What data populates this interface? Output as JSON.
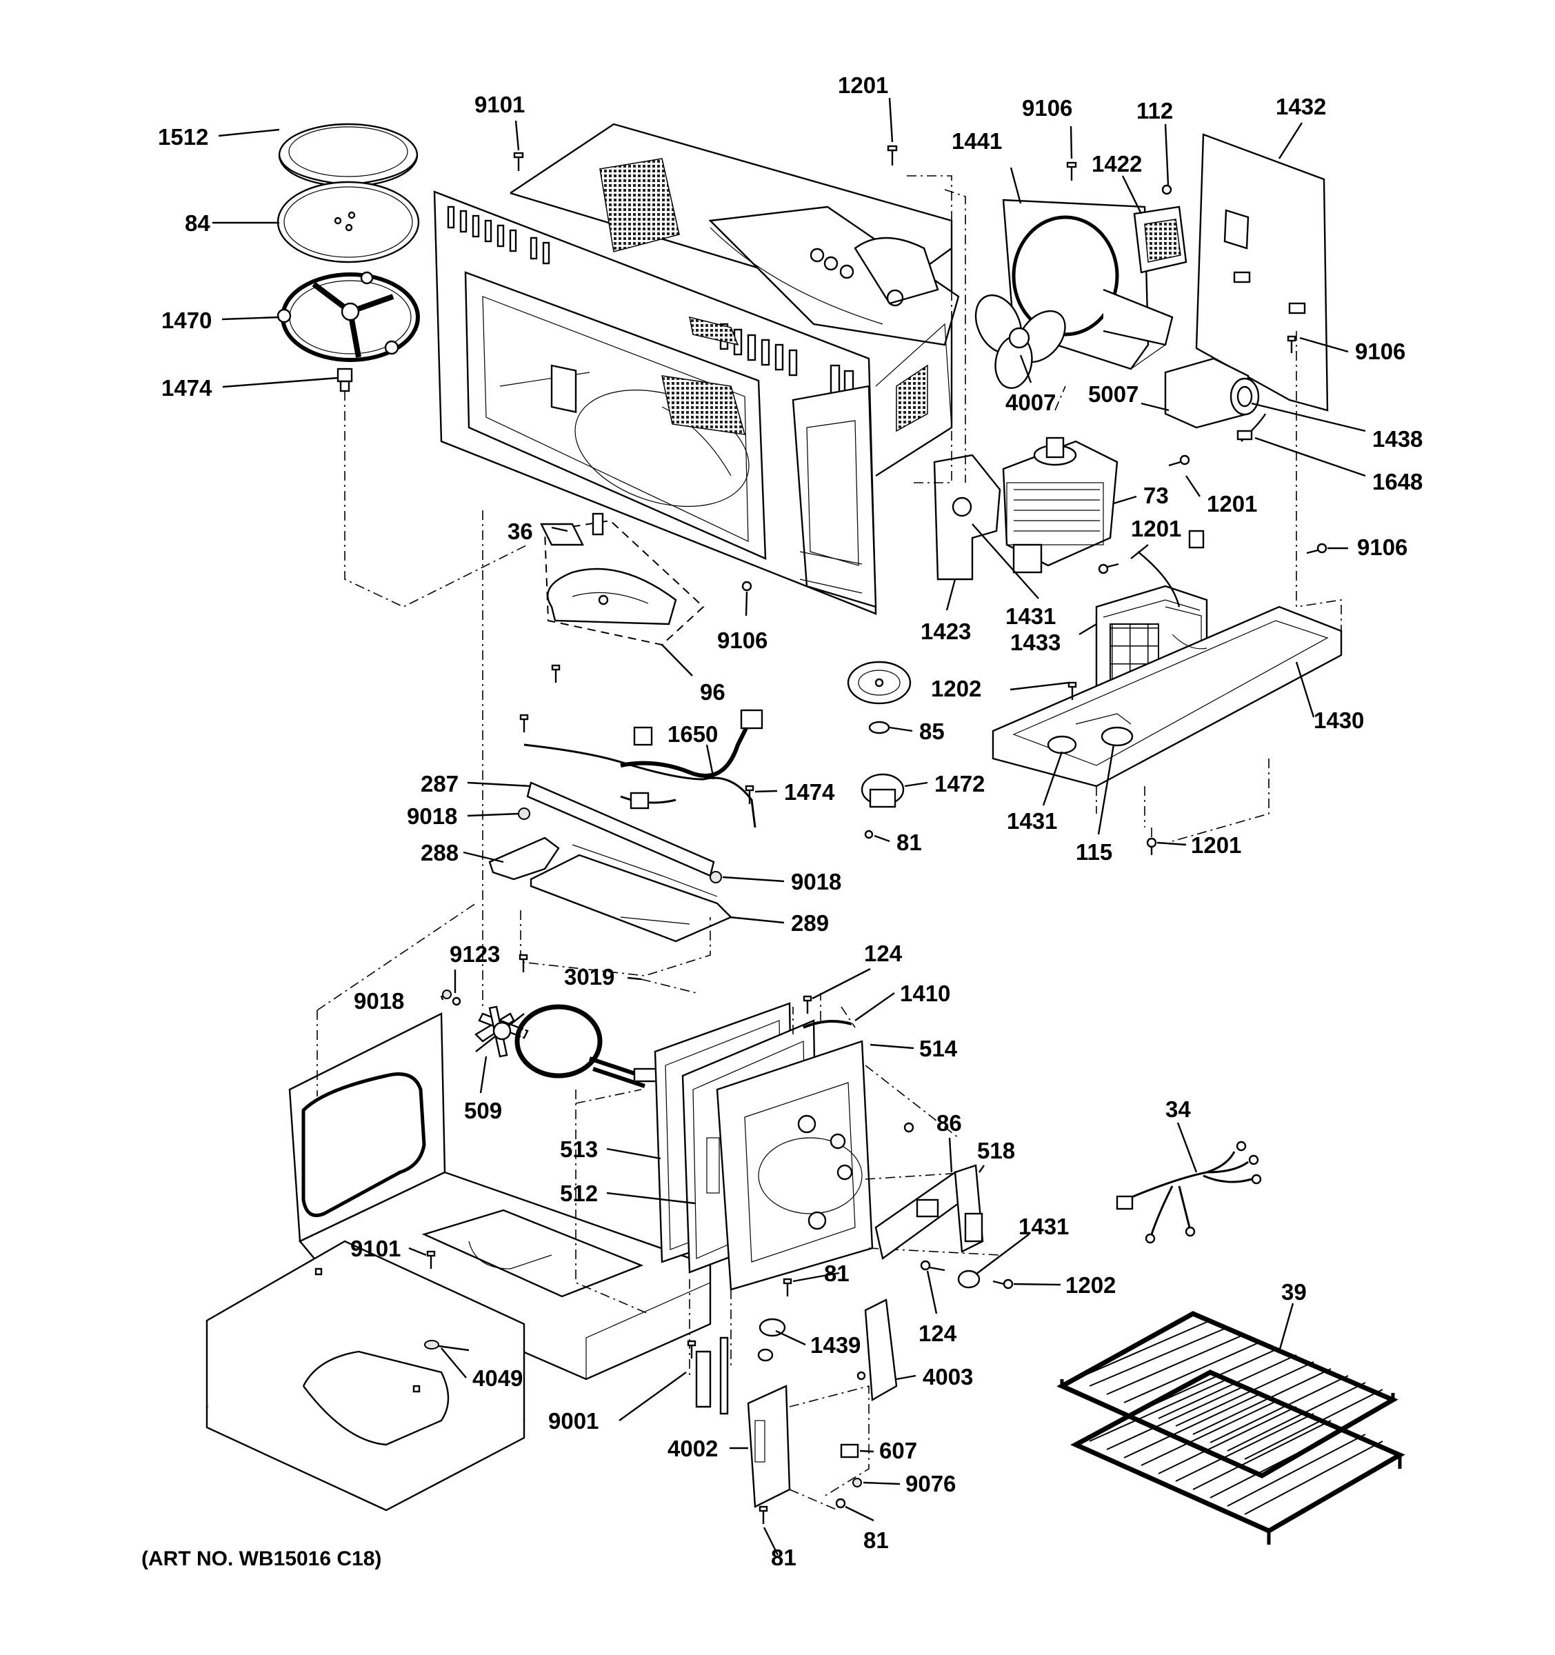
{
  "diagram": {
    "type": "exploded-parts-diagram",
    "art_number": "(ART NO. WB15016 C18)",
    "callouts": [
      {
        "id": "c1512",
        "text": "1512"
      },
      {
        "id": "c84",
        "text": "84"
      },
      {
        "id": "c1470",
        "text": "1470"
      },
      {
        "id": "c1474a",
        "text": "1474"
      },
      {
        "id": "c9101a",
        "text": "9101"
      },
      {
        "id": "c1201a",
        "text": "1201"
      },
      {
        "id": "c9106a",
        "text": "9106"
      },
      {
        "id": "c1441",
        "text": "1441"
      },
      {
        "id": "c112",
        "text": "112"
      },
      {
        "id": "c1422",
        "text": "1422"
      },
      {
        "id": "c1432",
        "text": "1432"
      },
      {
        "id": "c9106b",
        "text": "9106"
      },
      {
        "id": "c4007",
        "text": "4007"
      },
      {
        "id": "c5007",
        "text": "5007"
      },
      {
        "id": "c1438",
        "text": "1438"
      },
      {
        "id": "c1648",
        "text": "1648"
      },
      {
        "id": "c1201b",
        "text": "1201"
      },
      {
        "id": "c73",
        "text": "73"
      },
      {
        "id": "c1201c",
        "text": "1201"
      },
      {
        "id": "c9106c",
        "text": "9106"
      },
      {
        "id": "c36",
        "text": "36"
      },
      {
        "id": "c9106d",
        "text": "9106"
      },
      {
        "id": "c96",
        "text": "96"
      },
      {
        "id": "c1423",
        "text": "1423"
      },
      {
        "id": "c1431a",
        "text": "1431"
      },
      {
        "id": "c1433",
        "text": "1433"
      },
      {
        "id": "c1202a",
        "text": "1202"
      },
      {
        "id": "c1430",
        "text": "1430"
      },
      {
        "id": "c85",
        "text": "85"
      },
      {
        "id": "c1650",
        "text": "1650"
      },
      {
        "id": "c287",
        "text": "287"
      },
      {
        "id": "c1474b",
        "text": "1474"
      },
      {
        "id": "c1472",
        "text": "1472"
      },
      {
        "id": "c9018a",
        "text": "9018"
      },
      {
        "id": "c81a",
        "text": "81"
      },
      {
        "id": "c1431b",
        "text": "1431"
      },
      {
        "id": "c115",
        "text": "115"
      },
      {
        "id": "c1201d",
        "text": "1201"
      },
      {
        "id": "c288",
        "text": "288"
      },
      {
        "id": "c9018b",
        "text": "9018"
      },
      {
        "id": "c289",
        "text": "289"
      },
      {
        "id": "c9123",
        "text": "9123"
      },
      {
        "id": "c3019",
        "text": "3019"
      },
      {
        "id": "c124a",
        "text": "124"
      },
      {
        "id": "c1410",
        "text": "1410"
      },
      {
        "id": "c9018c",
        "text": "9018"
      },
      {
        "id": "c514",
        "text": "514"
      },
      {
        "id": "c509",
        "text": "509"
      },
      {
        "id": "c34",
        "text": "34"
      },
      {
        "id": "c86",
        "text": "86"
      },
      {
        "id": "c518",
        "text": "518"
      },
      {
        "id": "c513",
        "text": "513"
      },
      {
        "id": "c512",
        "text": "512"
      },
      {
        "id": "c1431c",
        "text": "1431"
      },
      {
        "id": "c9101b",
        "text": "9101"
      },
      {
        "id": "c81b",
        "text": "81"
      },
      {
        "id": "c1202b",
        "text": "1202"
      },
      {
        "id": "c39",
        "text": "39"
      },
      {
        "id": "c124b",
        "text": "124"
      },
      {
        "id": "c1439",
        "text": "1439"
      },
      {
        "id": "c4003",
        "text": "4003"
      },
      {
        "id": "c4049",
        "text": "4049"
      },
      {
        "id": "c9001",
        "text": "9001"
      },
      {
        "id": "c607",
        "text": "607"
      },
      {
        "id": "c4002",
        "text": "4002"
      },
      {
        "id": "c9076",
        "text": "9076"
      },
      {
        "id": "c81c",
        "text": "81"
      },
      {
        "id": "c81d",
        "text": "81"
      }
    ]
  }
}
